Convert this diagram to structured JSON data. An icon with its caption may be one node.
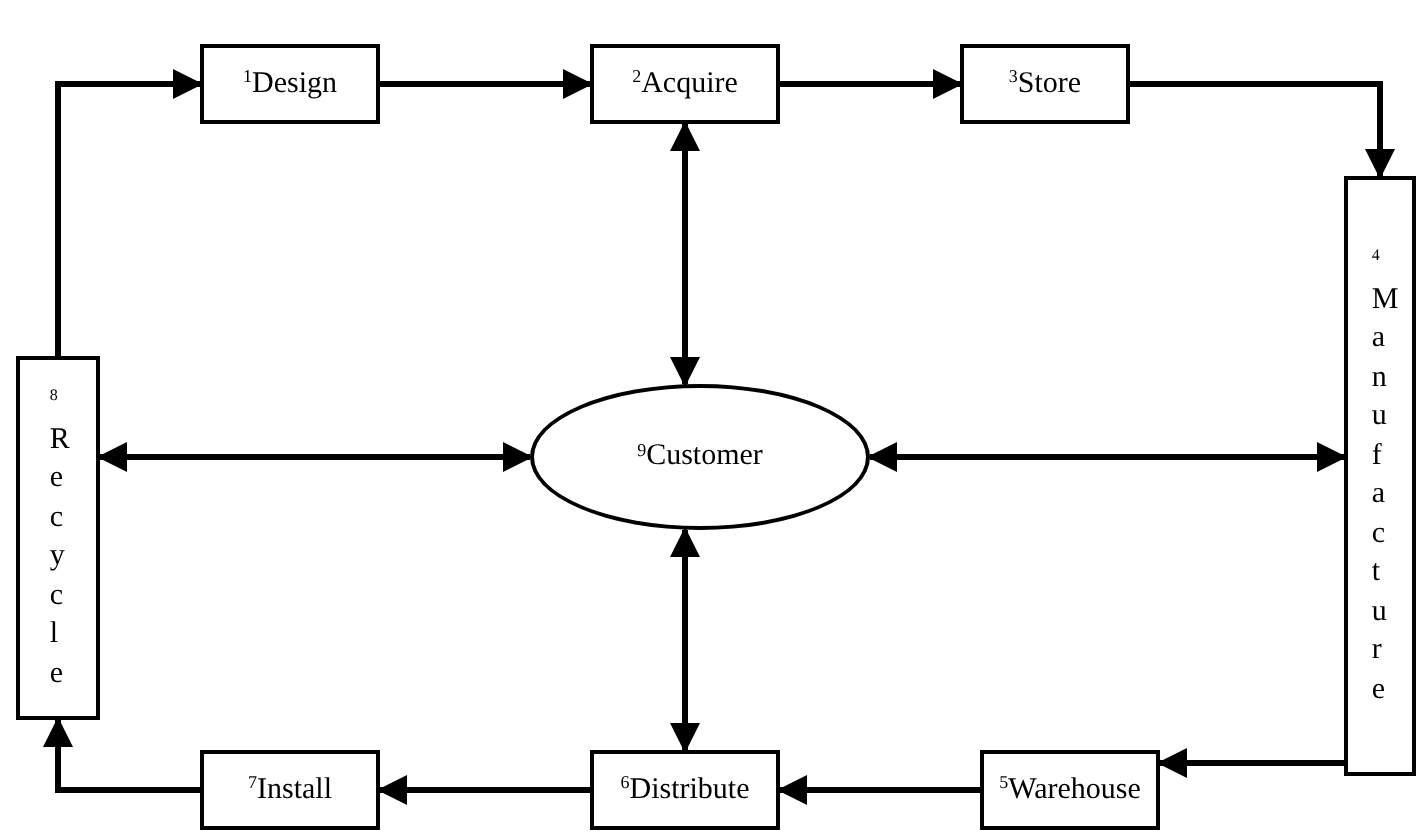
{
  "diagram": {
    "nodes": [
      {
        "text": [
          "$^{1}$Design"
        ]
      },
      {
        "text": [
          "$^{2}$Acquire"
        ]
      },
      {
        "text": [
          "$^{3}$Store"
        ]
      },
      {
        "text": [
          "$^{4}$Manufacture"
        ]
      },
      {
        "text": [
          "$^{5}$Warehouse"
        ]
      },
      {
        "text": [
          "$^{6}$Distribute"
        ]
      },
      {
        "text": [
          "$^{7}$Install"
        ]
      },
      {
        "text": [
          "$^{8}$Recycle"
        ]
      },
      {
        "text": [
          "$^{9}$Customer"
        ]
      }
    ],
    "edges": [
      {
        "from": 0,
        "to": 1,
        "arrow": "to"
      },
      {
        "from": 1,
        "to": 2,
        "arrow": "to"
      },
      {
        "from": 2,
        "to": 3,
        "arrow": "to"
      },
      {
        "from": 3,
        "to": 4,
        "arrow": "to"
      },
      {
        "from": 4,
        "to": 5,
        "arrow": "to"
      },
      {
        "from": 5,
        "to": 6,
        "arrow": "to"
      },
      {
        "from": 6,
        "to": 7,
        "arrow": "to"
      },
      {
        "from": 7,
        "to": 0,
        "arrow": "to"
      },
      {
        "from": 8,
        "to": 1,
        "arrow": "both"
      },
      {
        "from": 8,
        "to": 5,
        "arrow": "both"
      },
      {
        "from": 8,
        "to": 7,
        "arrow": "both"
      },
      {
        "from": 8,
        "to": 3,
        "arrow": "both"
      }
    ]
  }
}
